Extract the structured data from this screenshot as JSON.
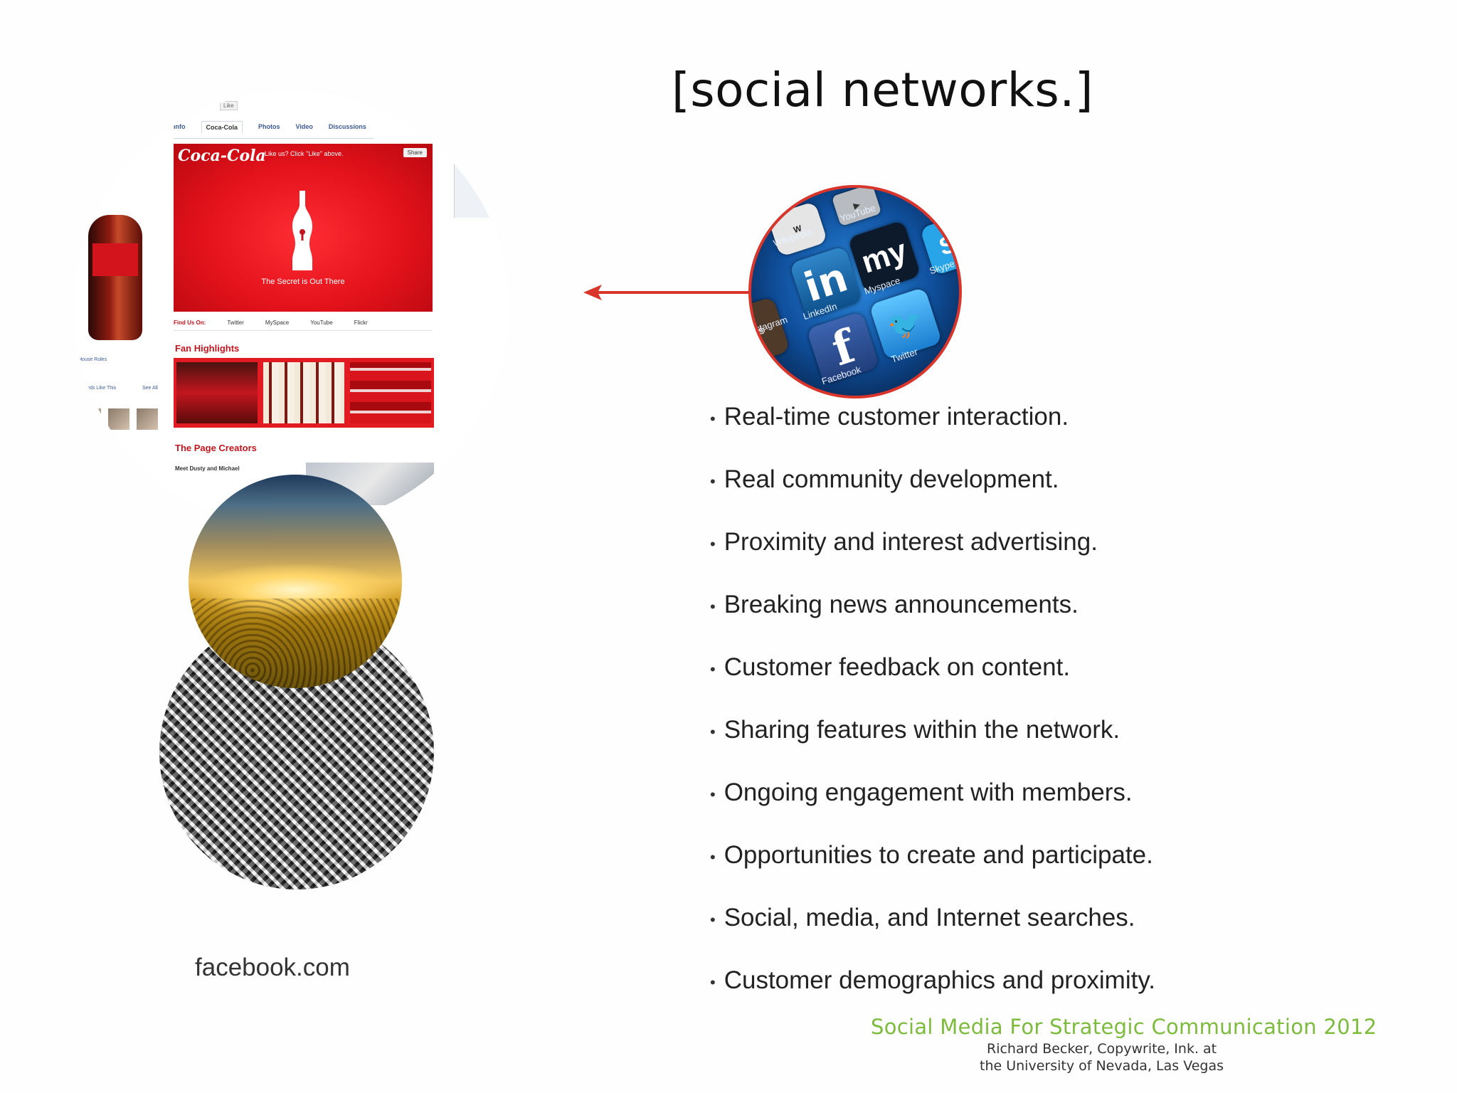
{
  "slide": {
    "title": "[social networks.]",
    "facebook_caption": "facebook.com",
    "bullets": [
      "Real-time customer interaction.",
      "Real community development.",
      "Proximity and interest advertising.",
      "Breaking news announcements.",
      "Customer feedback on content.",
      "Sharing features within the network.",
      "Ongoing engagement with members.",
      "Opportunities to create and participate.",
      "Social, media, and Internet searches.",
      "Customer demographics and proximity."
    ],
    "footer": {
      "title": "Social Media For Strategic Communication 2012",
      "line1": "Richard Becker, Copywrite, Ink. at",
      "line2": "the University of Nevada, Las Vegas"
    }
  },
  "facebook_screenshot": {
    "like_button": "Like",
    "tabs": [
      "Info",
      "Coca-Cola",
      "Photos",
      "Video",
      "Discussions"
    ],
    "brand_logo": "Coca-Cola",
    "banner_prompt": "Like us? Click \"Like\" above.",
    "share_label": "Share",
    "banner_caption": "The Secret is Out There",
    "find_us_label": "Find Us On:",
    "find_us_links": [
      "Twitter",
      "MySpace",
      "YouTube",
      "Flickr"
    ],
    "fan_highlights": "Fan Highlights",
    "page_creators": "The Page Creators",
    "creators_text": "Meet Dusty and Michael",
    "sidebar_lines": [
      "Friends Like This",
      "See All",
      "House Rules"
    ]
  },
  "social_icons": {
    "labels": [
      "Wikipedia",
      "YouTube",
      "LinkedIn",
      "Myspace",
      "Facebook",
      "Twitter",
      "Skype",
      "Instagram"
    ],
    "tile_text": {
      "linkedin": "in",
      "myspace": "my",
      "facebook": "f",
      "twitter": "🐦",
      "skype": "S"
    }
  },
  "colors": {
    "arrow": "#d9352b",
    "circle_border": "#d9352b",
    "footer_title": "#7dbb3c",
    "coke_red": "#e3121b"
  }
}
